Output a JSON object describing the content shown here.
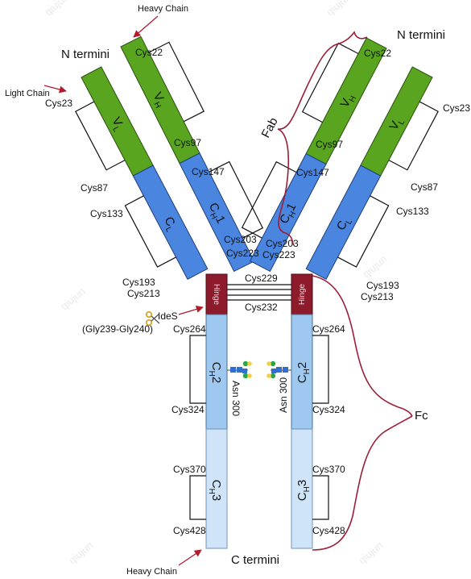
{
  "labels": {
    "n_termini_left": "N termini",
    "n_termini_right": "N termini",
    "c_termini": "C termini",
    "heavy_chain_top": "Heavy Chain",
    "heavy_chain_bottom": "Heavy Chain",
    "light_chain": "Light Chain",
    "fab": "Fab",
    "fc": "Fc",
    "ides": "IdeS",
    "ides_site": "(Gly239-Gly240)",
    "hinge": "Hinge",
    "asn": "Asn 300"
  },
  "domains": {
    "vh": "V",
    "vh_sub": "H",
    "vl": "V",
    "vl_sub": "L",
    "ch1": "C",
    "ch1_sub": "H",
    "ch1_num": "1",
    "cl": "C",
    "cl_sub": "L",
    "ch2": "C",
    "ch2_sub": "H",
    "ch2_num": "2",
    "ch3": "C",
    "ch3_sub": "H",
    "ch3_num": "3"
  },
  "cys": {
    "c22": "Cys22",
    "c23": "Cys23",
    "c97": "Cys97",
    "c87": "Cys87",
    "c147": "Cys147",
    "c133": "Cys133",
    "c203": "Cys203",
    "c223": "Cys223",
    "c193": "Cys193",
    "c213": "Cys213",
    "c229": "Cys229",
    "c232": "Cys232",
    "c264": "Cys264",
    "c324": "Cys324",
    "c370": "Cys370",
    "c428": "Cys428"
  },
  "watermark": "qiujun",
  "colors": {
    "variable": "#5aa51f",
    "constant_1": "#4a86e0",
    "hinge": "#8e1b2c",
    "ch2": "#9ec8ef",
    "ch3": "#cfe4f8",
    "bracket": "#9a1f35",
    "arrow": "#b01c2e"
  }
}
